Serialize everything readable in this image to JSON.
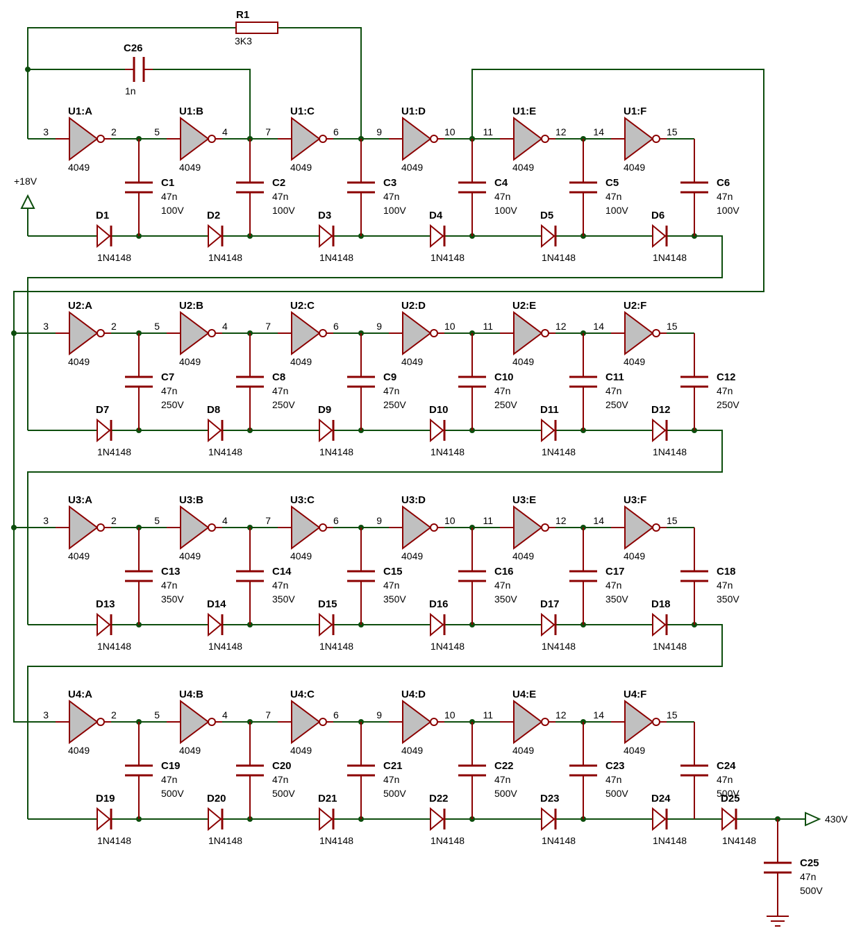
{
  "colors": {
    "wire": "#0d4d0d",
    "component": "#8b0000",
    "gate_fill": "#c0c0c0"
  },
  "gate_type": "4049",
  "diode_type": "1N4148",
  "cap_value": "47n",
  "supply": {
    "label": "+18V"
  },
  "output": {
    "label": "430V"
  },
  "resistor": {
    "ref": "R1",
    "value": "3K3"
  },
  "c26": {
    "ref": "C26",
    "value": "1n"
  },
  "c25": {
    "ref": "C25",
    "value": "47n",
    "voltage": "500V"
  },
  "c24": {
    "ref": "C24",
    "value": "47n",
    "voltage": "500V"
  },
  "d25": {
    "ref": "D25",
    "type": "1N4148"
  },
  "gate_pins": [
    [
      "3",
      "2"
    ],
    [
      "5",
      "4"
    ],
    [
      "7",
      "6"
    ],
    [
      "9",
      "10"
    ],
    [
      "11",
      "12"
    ],
    [
      "14",
      "15"
    ]
  ],
  "rows": [
    {
      "gates": [
        "U1:A",
        "U1:B",
        "U1:C",
        "U1:D",
        "U1:E",
        "U1:F"
      ],
      "caps": [
        {
          "ref": "C1",
          "voltage": "100V"
        },
        {
          "ref": "C2",
          "voltage": "100V"
        },
        {
          "ref": "C3",
          "voltage": "100V"
        },
        {
          "ref": "C4",
          "voltage": "100V"
        },
        {
          "ref": "C5",
          "voltage": "100V"
        },
        {
          "ref": "C6",
          "voltage": "100V"
        }
      ],
      "diodes": [
        "D1",
        "D2",
        "D3",
        "D4",
        "D5",
        "D6"
      ]
    },
    {
      "gates": [
        "U2:A",
        "U2:B",
        "U2:C",
        "U2:D",
        "U2:E",
        "U2:F"
      ],
      "caps": [
        {
          "ref": "C7",
          "voltage": "250V"
        },
        {
          "ref": "C8",
          "voltage": "250V"
        },
        {
          "ref": "C9",
          "voltage": "250V"
        },
        {
          "ref": "C10",
          "voltage": "250V"
        },
        {
          "ref": "C11",
          "voltage": "250V"
        },
        {
          "ref": "C12",
          "voltage": "250V"
        }
      ],
      "diodes": [
        "D7",
        "D8",
        "D9",
        "D10",
        "D11",
        "D12"
      ]
    },
    {
      "gates": [
        "U3:A",
        "U3:B",
        "U3:C",
        "U3:D",
        "U3:E",
        "U3:F"
      ],
      "caps": [
        {
          "ref": "C13",
          "voltage": "350V"
        },
        {
          "ref": "C14",
          "voltage": "350V"
        },
        {
          "ref": "C15",
          "voltage": "350V"
        },
        {
          "ref": "C16",
          "voltage": "350V"
        },
        {
          "ref": "C17",
          "voltage": "350V"
        },
        {
          "ref": "C18",
          "voltage": "350V"
        }
      ],
      "diodes": [
        "D13",
        "D14",
        "D15",
        "D16",
        "D17",
        "D18"
      ]
    },
    {
      "gates": [
        "U4:A",
        "U4:B",
        "U4:C",
        "U4:D",
        "U4:E",
        "U4:F"
      ],
      "caps": [
        {
          "ref": "C19",
          "voltage": "500V"
        },
        {
          "ref": "C20",
          "voltage": "500V"
        },
        {
          "ref": "C21",
          "voltage": "500V"
        },
        {
          "ref": "C22",
          "voltage": "500V"
        },
        {
          "ref": "C23",
          "voltage": "500V"
        }
      ],
      "diodes": [
        "D19",
        "D20",
        "D21",
        "D22",
        "D23",
        "D24"
      ]
    }
  ]
}
